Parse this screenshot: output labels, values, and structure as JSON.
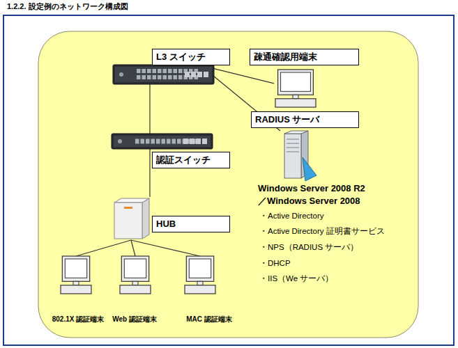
{
  "diagram": {
    "title": "1.2.2. 設定例のネットワーク構成図",
    "nodes": [
      {
        "text": [
          "L3 スイッチ"
        ]
      },
      {
        "text": [
          "疎通確認用端末"
        ]
      },
      {
        "text": [
          "RADIUS サーバ"
        ]
      },
      {
        "text": [
          "認証スイッチ"
        ]
      },
      {
        "text": [
          "HUB"
        ]
      },
      {
        "text": [
          "802.1X 認証端末"
        ]
      },
      {
        "text": [
          "Web 認証端末"
        ]
      },
      {
        "text": [
          "MAC 認証端末"
        ]
      }
    ],
    "edges": [
      {
        "from": 0,
        "to": 1,
        "arrow": "none"
      },
      {
        "from": 0,
        "to": 2,
        "arrow": "none"
      },
      {
        "from": 0,
        "to": 3,
        "arrow": "none"
      },
      {
        "from": 3,
        "to": 4,
        "arrow": "none"
      },
      {
        "from": 4,
        "to": 5,
        "arrow": "none"
      },
      {
        "from": 4,
        "to": 6,
        "arrow": "none"
      },
      {
        "from": 4,
        "to": 7,
        "arrow": "none"
      }
    ],
    "labels": [
      "Windows Server 2008 R2 ／Windows Server 2008",
      "・Active Directory",
      "・Active Directory 証明書サービス",
      "・NPS（RADIUS サーバ）",
      "・DHCP",
      "・IIS（We サーバ）"
    ]
  }
}
